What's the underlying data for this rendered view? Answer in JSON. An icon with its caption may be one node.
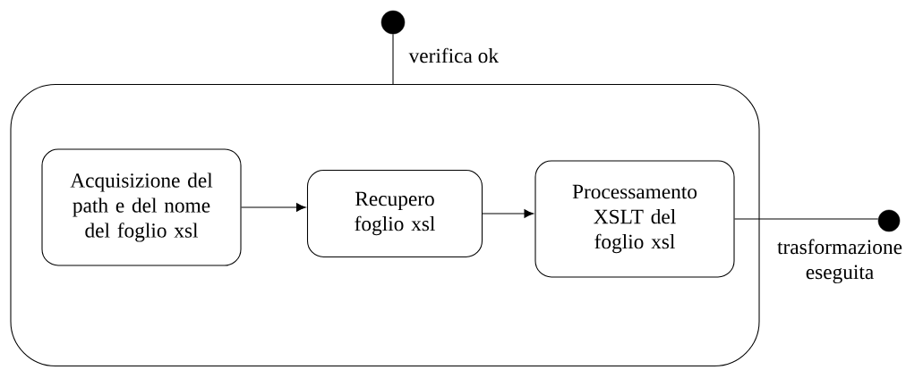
{
  "diagram": {
    "nodes": [
      {
        "text": [],
        "shape": "circle"
      },
      {
        "text": [],
        "shape": "box"
      },
      {
        "text": [
          "Acquisizione del path e del nome del foglio xsl"
        ],
        "in": 1
      },
      {
        "text": [
          "Recupero foglio xsl"
        ],
        "in": 1
      },
      {
        "text": [
          "Processamento XSLT del foglio xsl"
        ],
        "in": 1
      },
      {
        "text": [],
        "shape": "circle"
      }
    ],
    "edges": [
      {
        "from": 0,
        "to": 1,
        "arrow": "none",
        "label": "verifica ok"
      },
      {
        "from": 2,
        "to": 3,
        "arrow": "to"
      },
      {
        "from": 3,
        "to": 4,
        "arrow": "to"
      },
      {
        "from": 4,
        "to": 5,
        "arrow": "none",
        "label": "trasformazione eseguita"
      }
    ]
  }
}
